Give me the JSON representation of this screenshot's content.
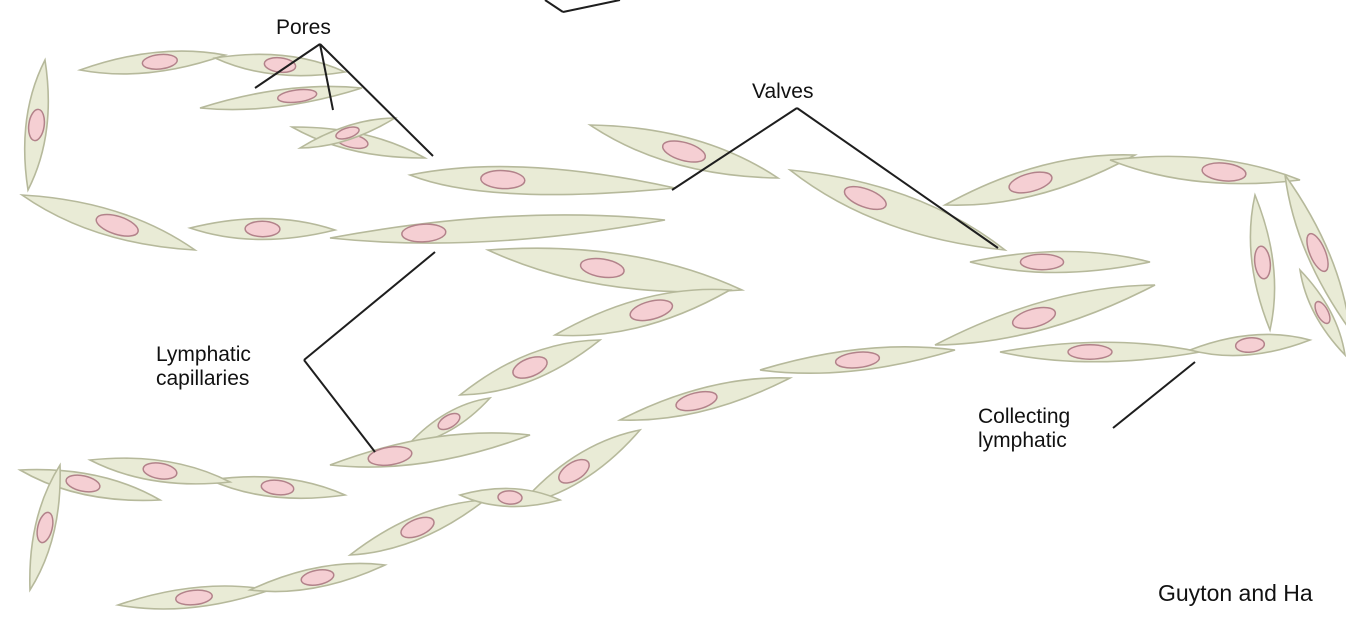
{
  "labels": {
    "pores": "Pores",
    "valves": "Valves",
    "lymphatic_capillaries": [
      "Lymphatic",
      "capillaries"
    ],
    "collecting_lymphatic": [
      "Collecting",
      "lymphatic"
    ]
  },
  "source": "Guyton and Ha",
  "colors": {
    "cell_fill": "#e9ebd6",
    "cell_stroke": "#b6b99b",
    "nucleus_fill": "#f5cfd3",
    "nucleus_stroke": "#b2828a",
    "leader_line": "#1e1e1e"
  }
}
